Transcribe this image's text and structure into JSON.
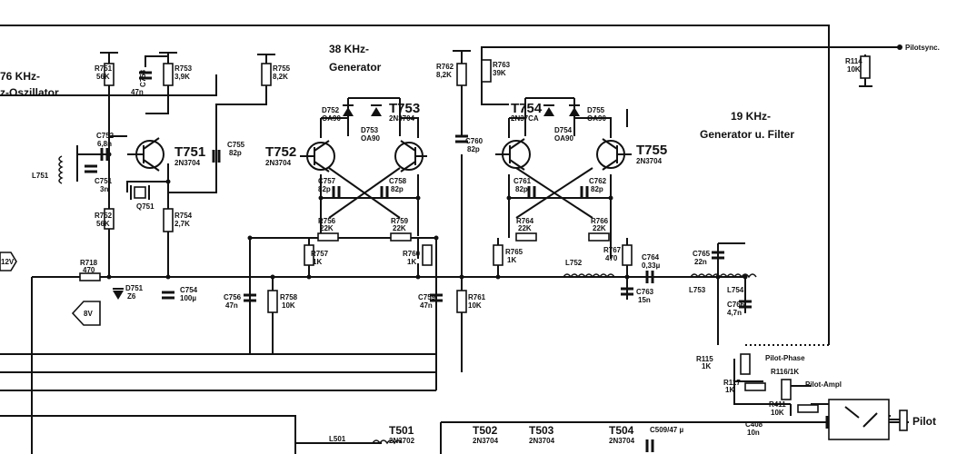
{
  "blocks": {
    "osc_line1": "76 KHz-",
    "osc_line2": "z-Oszillator",
    "gen38_line1": "38 KHz-",
    "gen38_line2": "Generator",
    "gen19_line1": "19 KHz-",
    "gen19_line2": "Generator u. Filter"
  },
  "transistors": [
    {
      "id": "T751",
      "type": "2N3704"
    },
    {
      "id": "T752",
      "type": "2N3704"
    },
    {
      "id": "T753",
      "type": "2N3704"
    },
    {
      "id": "T754",
      "type": "2N37CA"
    },
    {
      "id": "T755",
      "type": "2N3704"
    },
    {
      "id": "T501",
      "type": "2N3702"
    },
    {
      "id": "T502",
      "type": "2N3704"
    },
    {
      "id": "T503",
      "type": "2N3704"
    },
    {
      "id": "T504",
      "type": "2N3704"
    }
  ],
  "resistors": [
    {
      "id": "R751",
      "value": "56K"
    },
    {
      "id": "R752",
      "value": "56K"
    },
    {
      "id": "R753",
      "value": "3,9K"
    },
    {
      "id": "R754",
      "value": "2,7K"
    },
    {
      "id": "R755",
      "value": "8,2K"
    },
    {
      "id": "R756",
      "value": "22K"
    },
    {
      "id": "R757",
      "value": "1K"
    },
    {
      "id": "R758",
      "value": "10K"
    },
    {
      "id": "R759",
      "value": "22K"
    },
    {
      "id": "R760",
      "value": "1K"
    },
    {
      "id": "R761",
      "value": "10K"
    },
    {
      "id": "R762",
      "value": "8,2K"
    },
    {
      "id": "R763",
      "value": "39K"
    },
    {
      "id": "R764",
      "value": "22K"
    },
    {
      "id": "R765",
      "value": "1K"
    },
    {
      "id": "R766",
      "value": "22K"
    },
    {
      "id": "R767",
      "value": "470"
    },
    {
      "id": "R718",
      "value": "470"
    },
    {
      "id": "R114",
      "value": "10K"
    },
    {
      "id": "R115",
      "value": "1K"
    },
    {
      "id": "R116/1K",
      "value": ""
    },
    {
      "id": "R117",
      "value": "1K"
    },
    {
      "id": "R411",
      "value": "10K"
    }
  ],
  "capacitors": [
    {
      "id": "C752",
      "value": "6,8n"
    },
    {
      "id": "C753",
      "value": "47n"
    },
    {
      "id": "C751",
      "value": "3n"
    },
    {
      "id": "C754",
      "value": "100µ"
    },
    {
      "id": "C755",
      "value": "82p"
    },
    {
      "id": "C756",
      "value": "47n"
    },
    {
      "id": "C757",
      "value": "82p"
    },
    {
      "id": "C758",
      "value": "82p"
    },
    {
      "id": "C759",
      "value": "47n"
    },
    {
      "id": "C760",
      "value": "82p"
    },
    {
      "id": "C761",
      "value": "82p"
    },
    {
      "id": "C762",
      "value": "82p"
    },
    {
      "id": "C763",
      "value": "15n"
    },
    {
      "id": "C764",
      "value": "0,33µ"
    },
    {
      "id": "C765",
      "value": "22n"
    },
    {
      "id": "C766",
      "value": "4,7n"
    },
    {
      "id": "C408",
      "value": "10n"
    },
    {
      "id": "C509/47 µ",
      "value": ""
    }
  ],
  "diodes": [
    {
      "id": "D751",
      "value": "Z6"
    },
    {
      "id": "D752",
      "value": "OA90"
    },
    {
      "id": "D753",
      "value": "OA90"
    },
    {
      "id": "D754",
      "value": "OA90"
    },
    {
      "id": "D755",
      "value": "OA90"
    }
  ],
  "inductors": [
    {
      "id": "L751"
    },
    {
      "id": "L752"
    },
    {
      "id": "L753"
    },
    {
      "id": "L754"
    },
    {
      "id": "L501"
    }
  ],
  "crystal": {
    "id": "Q751"
  },
  "signals": {
    "pilotsync": "Pilotsync.",
    "pilot_phase": "Pilot-Phase",
    "pilot_ampl": "Pilot-Ampl",
    "pilot_switch": "Pilot",
    "v12": "12V",
    "v8": "8V"
  }
}
